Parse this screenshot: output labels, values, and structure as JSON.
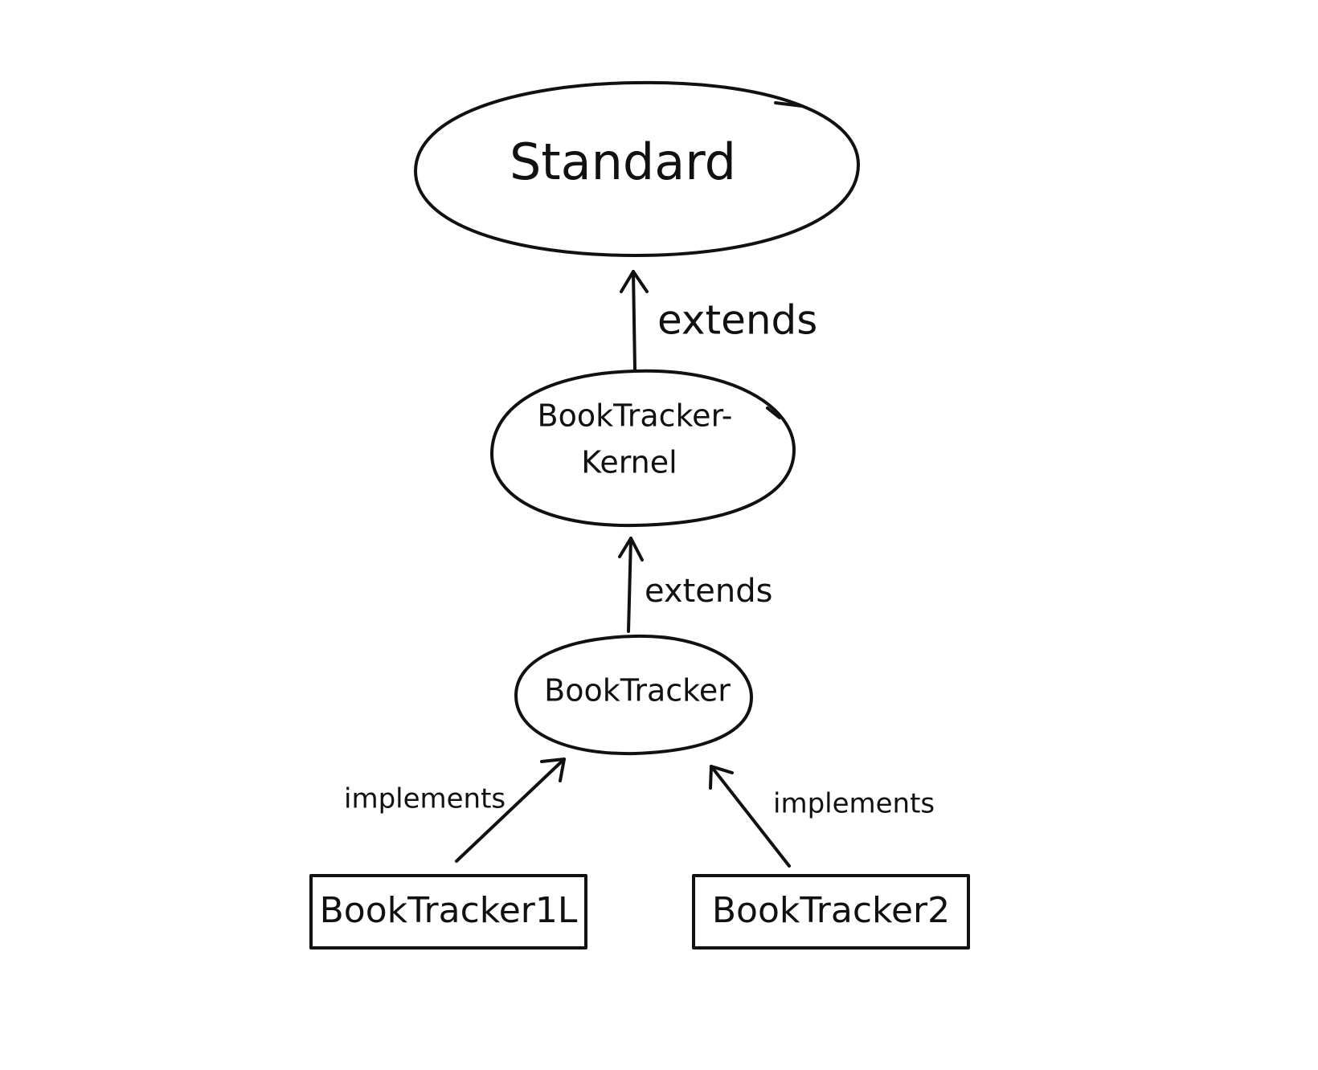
{
  "nodes": {
    "standard": {
      "label": "Standard"
    },
    "kernel": {
      "label_line1": "BookTracker-",
      "label_line2": "Kernel"
    },
    "booktracker": {
      "label": "BookTracker"
    },
    "impl1": {
      "label": "BookTracker1L"
    },
    "impl2": {
      "label": "BookTracker2"
    }
  },
  "edges": {
    "kernel_to_standard": {
      "label": "extends"
    },
    "booktracker_to_kernel": {
      "label": "extends"
    },
    "impl1_to_booktracker": {
      "label": "implements"
    },
    "impl2_to_booktracker": {
      "label": "implements"
    }
  },
  "colors": {
    "ink": "#111111",
    "background": "#ffffff"
  }
}
